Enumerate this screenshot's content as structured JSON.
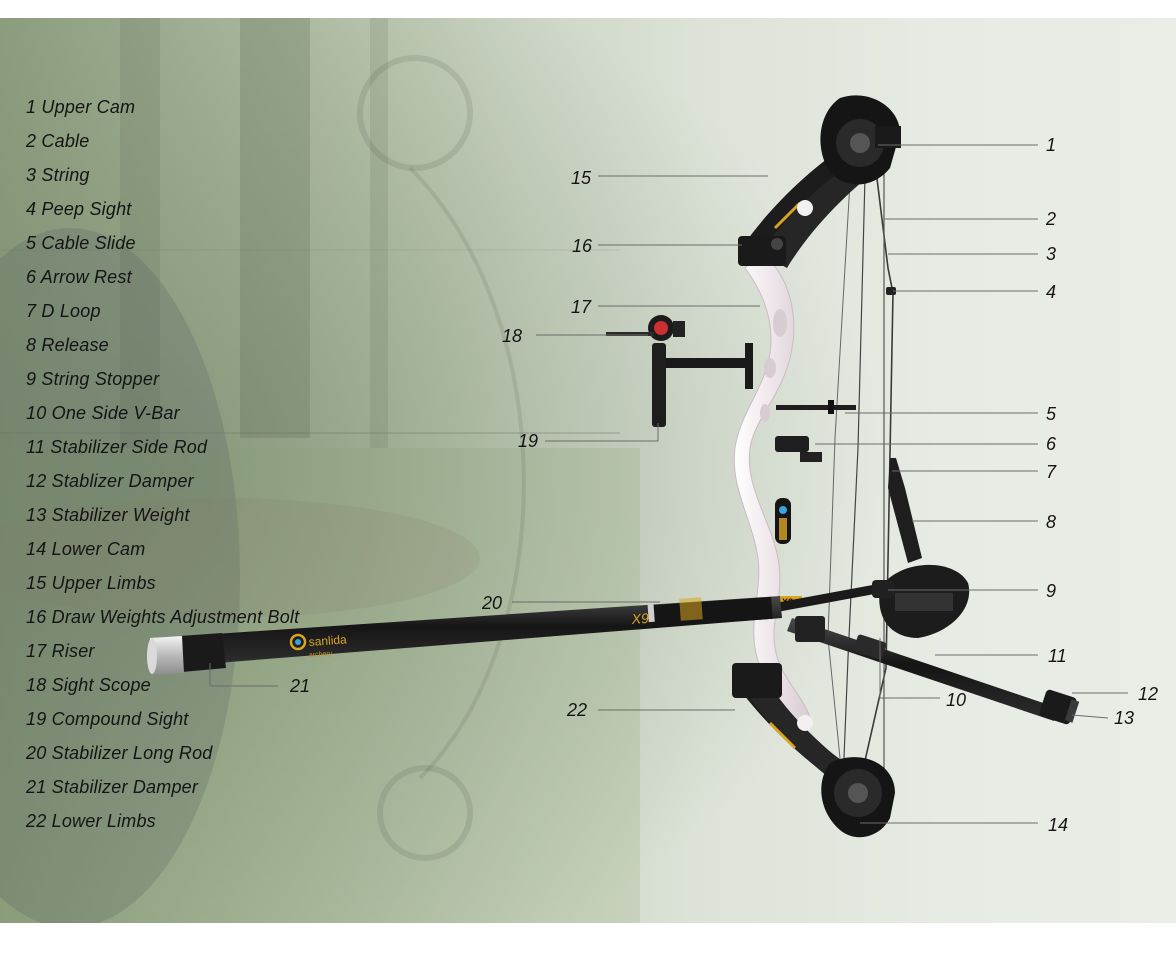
{
  "legend": [
    {
      "num": "1",
      "label": "Upper Cam"
    },
    {
      "num": "2",
      "label": "Cable"
    },
    {
      "num": "3",
      "label": "String"
    },
    {
      "num": "4",
      "label": "Peep Sight"
    },
    {
      "num": "5",
      "label": "Cable Slide"
    },
    {
      "num": "6",
      "label": "Arrow Rest"
    },
    {
      "num": "7",
      "label": "D Loop"
    },
    {
      "num": "8",
      "label": "Release"
    },
    {
      "num": "9",
      "label": "String Stopper"
    },
    {
      "num": "10",
      "label": "One Side V-Bar"
    },
    {
      "num": "11",
      "label": "Stabilizer Side Rod"
    },
    {
      "num": "12",
      "label": "Stablizer Damper"
    },
    {
      "num": "13",
      "label": "Stabilizer Weight"
    },
    {
      "num": "14",
      "label": "Lower Cam"
    },
    {
      "num": "15",
      "label": "Upper Limbs"
    },
    {
      "num": "16",
      "label": "Draw Weights Adjustment Bolt"
    },
    {
      "num": "17",
      "label": "Riser"
    },
    {
      "num": "18",
      "label": "Sight Scope"
    },
    {
      "num": "19",
      "label": "Compound Sight"
    },
    {
      "num": "20",
      "label": "Stabilizer Long Rod"
    },
    {
      "num": "21",
      "label": "Stabilizer Damper"
    },
    {
      "num": "22",
      "label": "Lower Limbs"
    }
  ],
  "callouts": [
    "1",
    "2",
    "3",
    "4",
    "5",
    "6",
    "7",
    "8",
    "9",
    "10",
    "11",
    "12",
    "13",
    "14",
    "15",
    "16",
    "17",
    "18",
    "19",
    "20",
    "21",
    "22"
  ],
  "product_text": {
    "brand": "sanlida",
    "brand_sub": "archery",
    "rod_model": "X9",
    "riser_model": "X8"
  },
  "colors": {
    "background": "#e6ebe3",
    "riser": "#f2ecee",
    "limbs": "#1c1c1c",
    "accent": "#d9a520",
    "leader_line": "#6b6b6b",
    "text": "#141414"
  }
}
